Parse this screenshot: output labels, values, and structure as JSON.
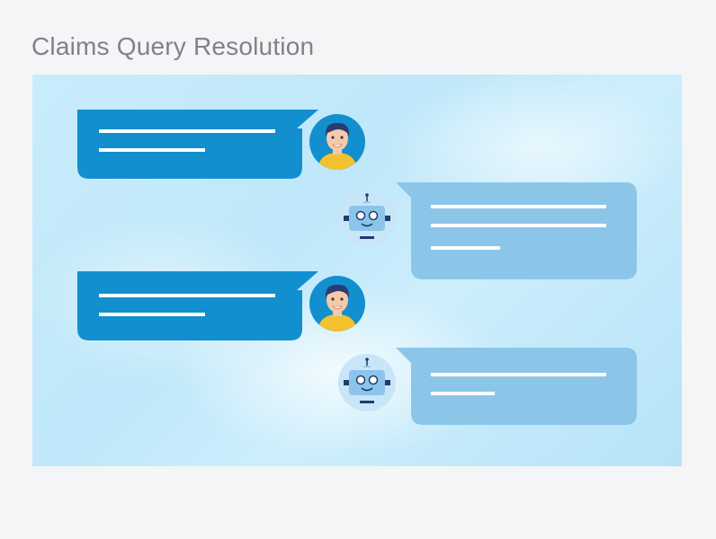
{
  "title": "Claims Query Resolution",
  "colors": {
    "user_bubble": "#128fce",
    "bot_bubble": "#8bc6e9",
    "avatar_user_bg": "#128fce",
    "avatar_bot_bg": "#c8e6f8",
    "robot_body": "#8cc4ea",
    "robot_dark": "#243a6d",
    "shirt": "#f2c230",
    "skin": "#f6c9a8",
    "hair": "#2d3a72",
    "placeholder_line": "#ffffff"
  },
  "conversation": [
    {
      "speaker": "user",
      "avatar_icon": "person-avatar-icon"
    },
    {
      "speaker": "bot",
      "avatar_icon": "robot-avatar-icon"
    },
    {
      "speaker": "user",
      "avatar_icon": "person-avatar-icon"
    },
    {
      "speaker": "bot",
      "avatar_icon": "robot-avatar-icon"
    }
  ]
}
